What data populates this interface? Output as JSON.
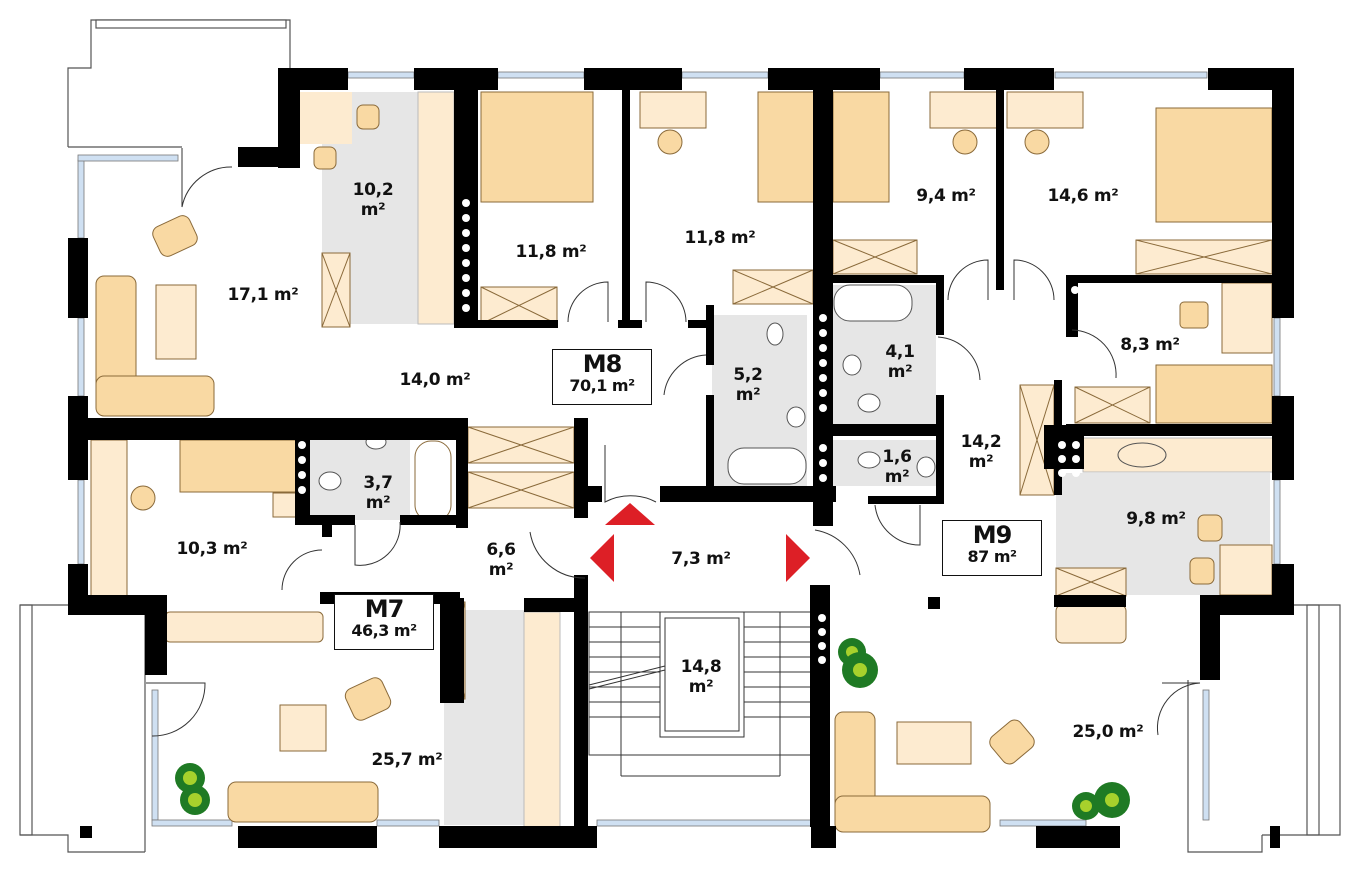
{
  "floor_plan": {
    "units": [
      {
        "id": "M7",
        "name": "M7",
        "area": "46,3 m²"
      },
      {
        "id": "M8",
        "name": "M8",
        "area": "70,1 m²"
      },
      {
        "id": "M9",
        "name": "M9",
        "area": "87 m²"
      }
    ],
    "rooms": [
      {
        "id": "m8-living",
        "unit": "M8",
        "area": "17,1 m²"
      },
      {
        "id": "m8-kitchen",
        "unit": "M8",
        "area_num": "10,2",
        "area_unit": "m²"
      },
      {
        "id": "m8-bedroom-1",
        "unit": "M8",
        "area": "11,8 m²"
      },
      {
        "id": "m8-bedroom-2",
        "unit": "M8",
        "area": "11,8 m²"
      },
      {
        "id": "m8-hall",
        "unit": "M8",
        "area": "14,0 m²"
      },
      {
        "id": "m8-bathroom",
        "unit": "M8",
        "area_num": "5,2",
        "area_unit": "m²"
      },
      {
        "id": "m9-bedroom-1",
        "unit": "M9",
        "area": "9,4 m²"
      },
      {
        "id": "m9-bedroom-2",
        "unit": "M9",
        "area": "14,6 m²"
      },
      {
        "id": "m9-bathroom",
        "unit": "M9",
        "area_num": "4,1",
        "area_unit": "m²"
      },
      {
        "id": "m9-wc",
        "unit": "M9",
        "area_num": "1,6",
        "area_unit": "m²"
      },
      {
        "id": "m9-bedroom-3",
        "unit": "M9",
        "area": "8,3 m²"
      },
      {
        "id": "m9-hall",
        "unit": "M9",
        "area_num": "14,2",
        "area_unit": "m²"
      },
      {
        "id": "m9-kitchen",
        "unit": "M9",
        "area": "9,8 m²"
      },
      {
        "id": "m9-living",
        "unit": "M9",
        "area": "25,0 m²"
      },
      {
        "id": "m7-bedroom",
        "unit": "M7",
        "area": "10,3 m²"
      },
      {
        "id": "m7-bathroom",
        "unit": "M7",
        "area_num": "3,7",
        "area_unit": "m²"
      },
      {
        "id": "m7-hall",
        "unit": "M7",
        "area_num": "6,6",
        "area_unit": "m²"
      },
      {
        "id": "m7-living",
        "unit": "M7",
        "area": "25,7 m²"
      },
      {
        "id": "landing",
        "unit": "common",
        "area": "7,3 m²"
      },
      {
        "id": "staircase",
        "unit": "common",
        "area_num": "14,8",
        "area_unit": "m²"
      }
    ],
    "colors": {
      "wall": "#000000",
      "furniture": "#f9d9a3",
      "furniture_light": "#fdebd0",
      "wet_area": "#e6e6e6",
      "window_glass": "#cfe0f2",
      "entrance_arrow": "#dd1f26",
      "plant_dark": "#1f7a24",
      "plant_light": "#a7d12c"
    }
  }
}
